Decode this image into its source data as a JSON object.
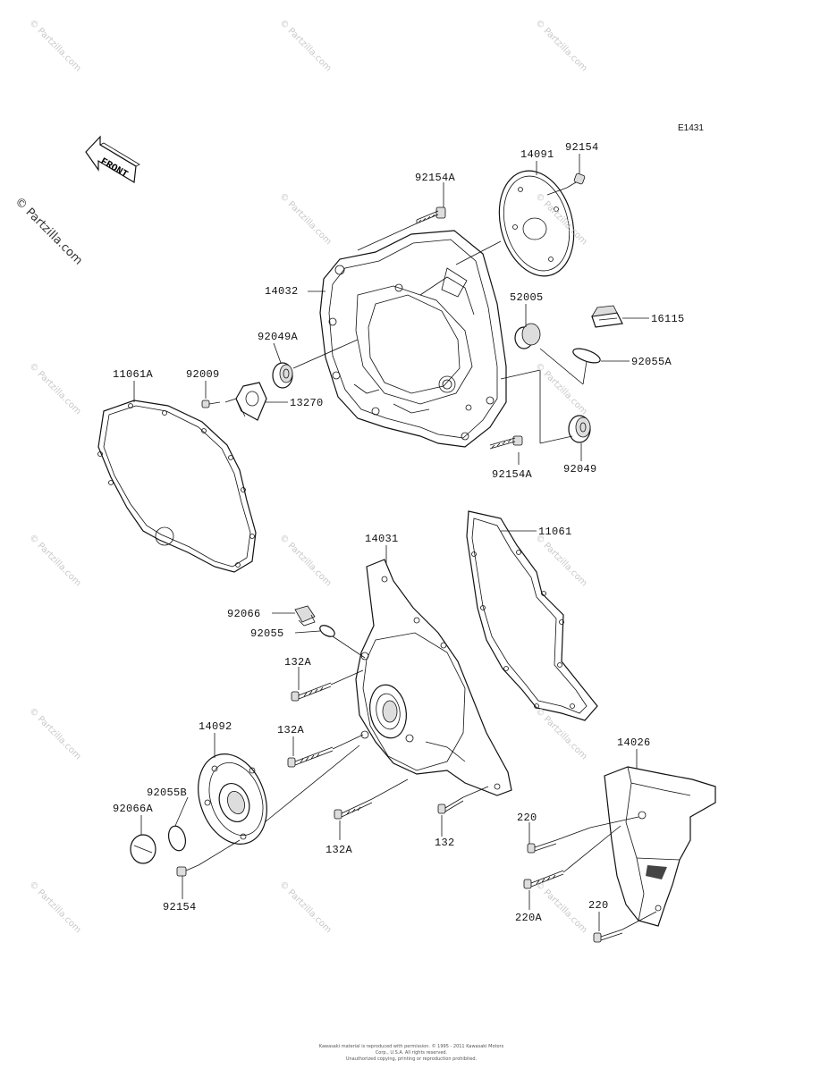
{
  "diagram_code": "E1431",
  "watermark_main": "© Partzilla.com",
  "watermark_small": "© Partzilla.com",
  "front_label": "FRONT",
  "copyright_lines": [
    "Kawasaki material is reproduced with permission. © 1995 - 2011 Kawasaki Motors Corp., U.S.A. All rights reserved.",
    "Unauthorized copying, printing or reproduction prohibited."
  ],
  "parts": [
    {
      "id": "p-92154-top",
      "label": "92154"
    },
    {
      "id": "p-14091",
      "label": "14091"
    },
    {
      "id": "p-92154A-top",
      "label": "92154A"
    },
    {
      "id": "p-14032",
      "label": "14032"
    },
    {
      "id": "p-52005",
      "label": "52005"
    },
    {
      "id": "p-16115",
      "label": "16115"
    },
    {
      "id": "p-92049A",
      "label": "92049A"
    },
    {
      "id": "p-92055A",
      "label": "92055A"
    },
    {
      "id": "p-11061A",
      "label": "11061A"
    },
    {
      "id": "p-92009",
      "label": "92009"
    },
    {
      "id": "p-13270",
      "label": "13270"
    },
    {
      "id": "p-92154A-bot",
      "label": "92154A"
    },
    {
      "id": "p-92049",
      "label": "92049"
    },
    {
      "id": "p-14031",
      "label": "14031"
    },
    {
      "id": "p-11061",
      "label": "11061"
    },
    {
      "id": "p-92066",
      "label": "92066"
    },
    {
      "id": "p-92055",
      "label": "92055"
    },
    {
      "id": "p-132A-1",
      "label": "132A"
    },
    {
      "id": "p-132A-2",
      "label": "132A"
    },
    {
      "id": "p-14092",
      "label": "14092"
    },
    {
      "id": "p-14026",
      "label": "14026"
    },
    {
      "id": "p-92055B",
      "label": "92055B"
    },
    {
      "id": "p-92066A",
      "label": "92066A"
    },
    {
      "id": "p-220-1",
      "label": "220"
    },
    {
      "id": "p-132A-3",
      "label": "132A"
    },
    {
      "id": "p-132",
      "label": "132"
    },
    {
      "id": "p-220A",
      "label": "220A"
    },
    {
      "id": "p-220-2",
      "label": "220"
    },
    {
      "id": "p-92154-bot",
      "label": "92154"
    }
  ]
}
